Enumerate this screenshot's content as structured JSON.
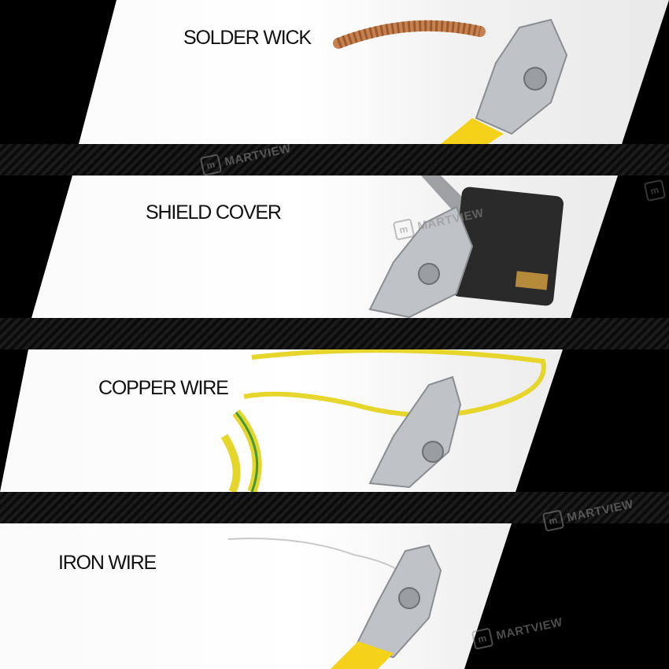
{
  "panels": [
    {
      "label": "SOLDER WICK"
    },
    {
      "label": "SHIELD COVER"
    },
    {
      "label": "COPPER WIRE"
    },
    {
      "label": "IRON WIRE"
    }
  ],
  "watermark": {
    "text": "MARTVIEW",
    "logo": "m"
  },
  "colors": {
    "background": "#000000",
    "panel": "#ffffff",
    "handle_yellow": "#f4d21a",
    "steel": "#b9bcc0",
    "solder_wick": "#c7814f",
    "copper_wire_yellow": "#e6d52a",
    "copper_wire_green": "#3f9a3a",
    "pcb": "#2a2a2a"
  },
  "icons": [
    "plier-icon",
    "martview-logo-icon"
  ]
}
